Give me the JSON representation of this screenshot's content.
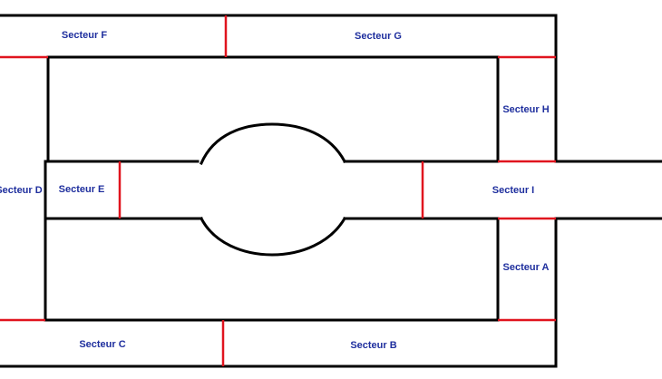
{
  "colors": {
    "wall": "#000000",
    "divider": "#e0141e",
    "label": "#1f2f9e",
    "background": "#ffffff"
  },
  "sectors": {
    "a": "Secteur A",
    "b": "Secteur B",
    "c": "Secteur C",
    "d": "Secteur D",
    "e": "Secteur E",
    "f": "Secteur F",
    "g": "Secteur G",
    "h": "Secteur H",
    "i": "Secteur I"
  }
}
